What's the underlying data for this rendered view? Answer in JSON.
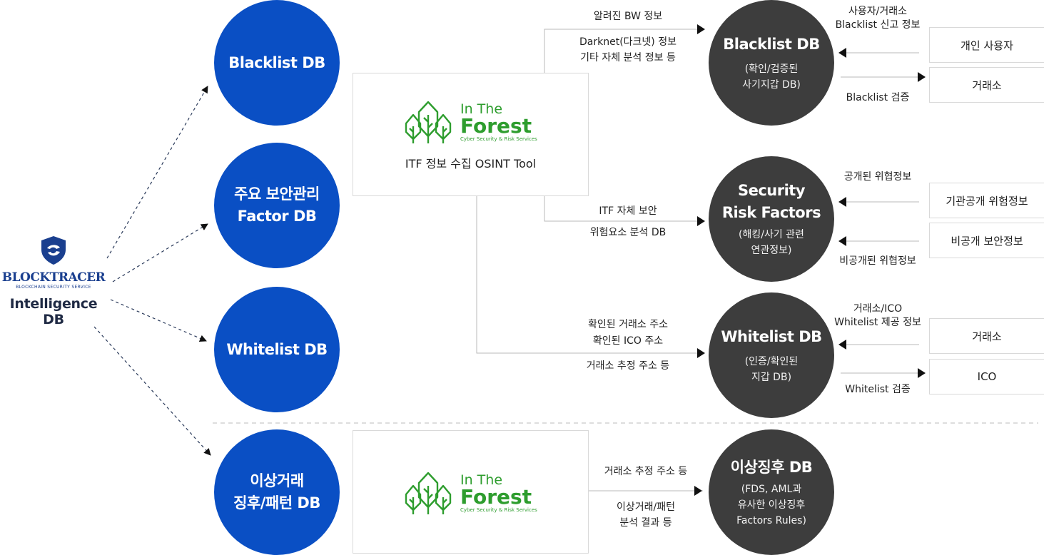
{
  "brand": {
    "name": "BLOCKTRACER",
    "tagline": "BLOCKCHAIN SECURITY SERVICE",
    "db_label": "Intelligence DB"
  },
  "left_circles": [
    {
      "title_1": "Blacklist DB",
      "title_2": ""
    },
    {
      "title_1": "주요 보안관리",
      "title_2": "Factor DB"
    },
    {
      "title_1": "Whitelist DB",
      "title_2": ""
    },
    {
      "title_1": "이상거래",
      "title_2": "징후/패턴 DB"
    }
  ],
  "itf": {
    "logo_in": "In The",
    "logo_forest": "Forest",
    "logo_tagline": "Cyber Security & Risk Services",
    "caption": "ITF 정보 수집 OSINT Tool"
  },
  "right_circles": {
    "blacklist": {
      "title": "Blacklist DB",
      "sub_1": "(확인/검증된",
      "sub_2": "사기지갑 DB)"
    },
    "security": {
      "title_1": "Security",
      "title_2": "Risk Factors",
      "sub_1": "(해킹/사기 관련",
      "sub_2": "연관정보)"
    },
    "whitelist": {
      "title": "Whitelist DB",
      "sub_1": "(인증/확인된",
      "sub_2": "지갑 DB)"
    },
    "anomaly": {
      "title": "이상징후 DB",
      "sub_1": "(FDS, AML과",
      "sub_2": "유사한 이상징후",
      "sub_3": "Factors Rules)"
    }
  },
  "mid_labels": {
    "bw_known": "알려진 BW 정보",
    "darknet_1": "Darknet(다크넷) 정보",
    "darknet_2": "기타 자체 분석 정보 등",
    "itf_risk_1": "ITF 자체 보안",
    "itf_risk_2": "위험요소 분석 DB",
    "wl_1": "확인된 거래소 주소",
    "wl_2": "확인된 ICO 주소",
    "wl_3": "거래소 추정 주소 등",
    "an_1": "거래소 추정 주소 등",
    "an_2": "이상거래/패턴",
    "an_3": "분석 결과 등"
  },
  "right_labels": {
    "report_1": "사용자/거래소",
    "report_2": "Blacklist 신고 정보",
    "bl_verify": "Blacklist 검증",
    "public_threat": "공개된 위협정보",
    "private_threat": "비공개된 위협정보",
    "wl_provide_1": "거래소/ICO",
    "wl_provide_2": "Whitelist 제공 정보",
    "wl_verify": "Whitelist 검증"
  },
  "boxes": {
    "individual": "개인 사용자",
    "exchange_1": "거래소",
    "agency_threat": "기관공개 위험정보",
    "private_security": "비공개 보안정보",
    "exchange_2": "거래소",
    "ico": "ICO"
  },
  "colors": {
    "left_circle": "#0a4fc4",
    "right_circle": "#3d3d3d",
    "itf_green": "#2e9d2e",
    "brand_navy": "#1a3f8f"
  }
}
